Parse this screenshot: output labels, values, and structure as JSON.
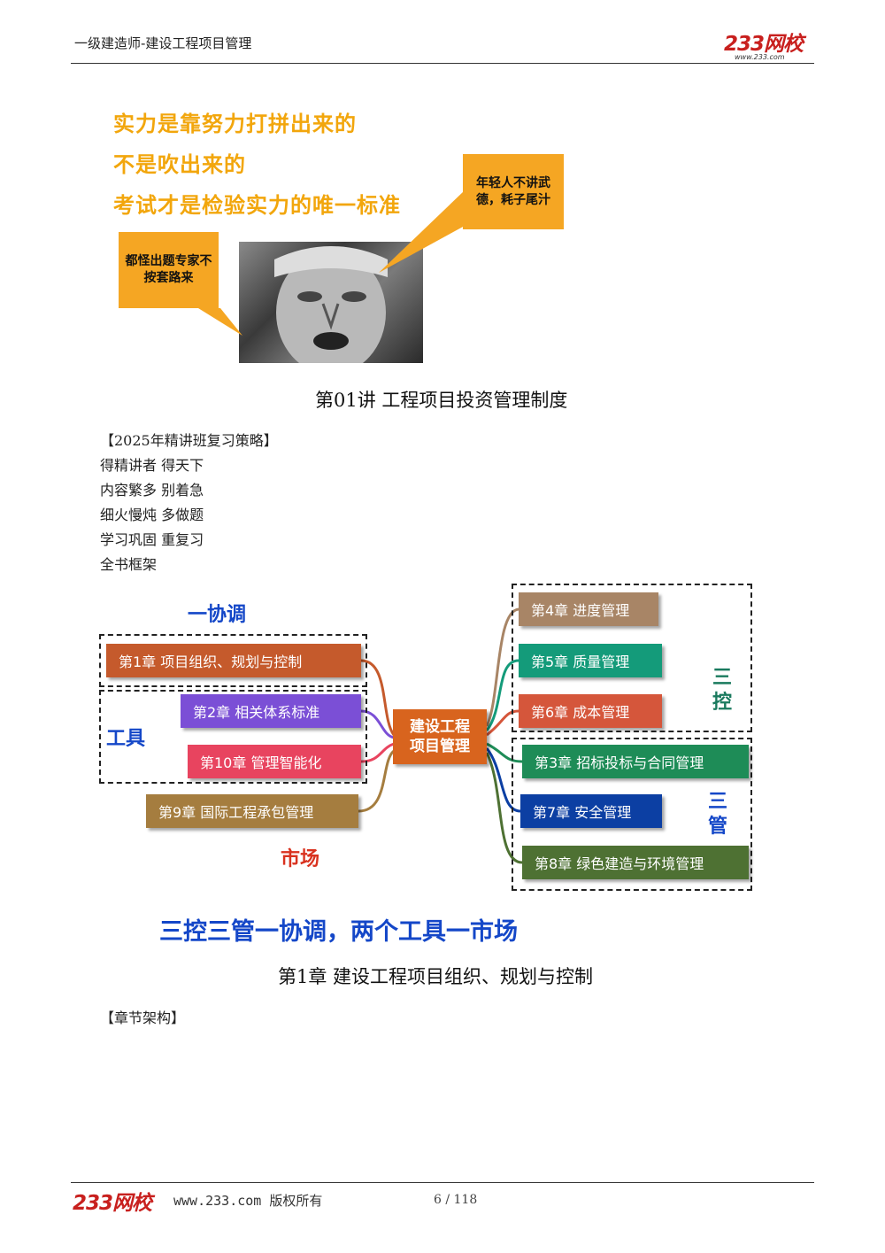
{
  "header": {
    "title": "一级建造师-建设工程项目管理",
    "logo": "233网校",
    "logo_url": "www.233.com"
  },
  "meme": {
    "lines": [
      "实力是靠努力打拼出来的",
      "不是吹出来的",
      "考试才是检验实力的唯一标准"
    ],
    "bubble_left": "都怪出题专家不按套路来",
    "bubble_right": "年轻人不讲武德，耗子尾汁"
  },
  "lecture_title": "第01讲  工程项目投资管理制度",
  "strategy": {
    "heading": "【2025年精讲班复习策略】",
    "lines": [
      "得精讲者 得天下",
      "内容繁多 别着急",
      "细火慢炖 多做题",
      "学习巩固 重复习",
      "全书框架"
    ]
  },
  "mindmap": {
    "center": "建设工程项目管理",
    "center_lines": [
      "建设工程",
      "项目管理"
    ],
    "labels": {
      "coordinate": "一协调",
      "tools": "工具",
      "market": "市场",
      "three_control": "三控",
      "three_manage": "三管"
    },
    "left_nodes": [
      {
        "text": "第1章 项目组织、规划与控制",
        "color": "#c55a2c"
      },
      {
        "text": "第2章 相关体系标准",
        "color": "#7b4fd6"
      },
      {
        "text": "第10章 管理智能化",
        "color": "#e8445f"
      },
      {
        "text": "第9章 国际工程承包管理",
        "color": "#a57d3f"
      }
    ],
    "right_nodes": [
      {
        "text": "第4章 进度管理",
        "color": "#a88566"
      },
      {
        "text": "第5章 质量管理",
        "color": "#149b7a"
      },
      {
        "text": "第6章 成本管理",
        "color": "#d5563b"
      },
      {
        "text": "第3章 招标投标与合同管理",
        "color": "#1e8c57"
      },
      {
        "text": "第7章 安全管理",
        "color": "#0c3fa3"
      },
      {
        "text": "第8章 绿色建造与环境管理",
        "color": "#4e7133"
      }
    ],
    "summary": "三控三管一协调，两个工具一市场"
  },
  "chapter_title": "第1章  建设工程项目组织、规划与控制",
  "chapter_structure": "【章节架构】",
  "footer": {
    "logo": "233网校",
    "text": "www.233.com 版权所有",
    "page": "6 / 118"
  },
  "colors": {
    "brand_red": "#c8201e",
    "meme_orange": "#f2a60c",
    "label_blue": "#1447c8",
    "label_red": "#d9321f",
    "label_green": "#1a7a5e",
    "center_orange": "#d8641e"
  }
}
